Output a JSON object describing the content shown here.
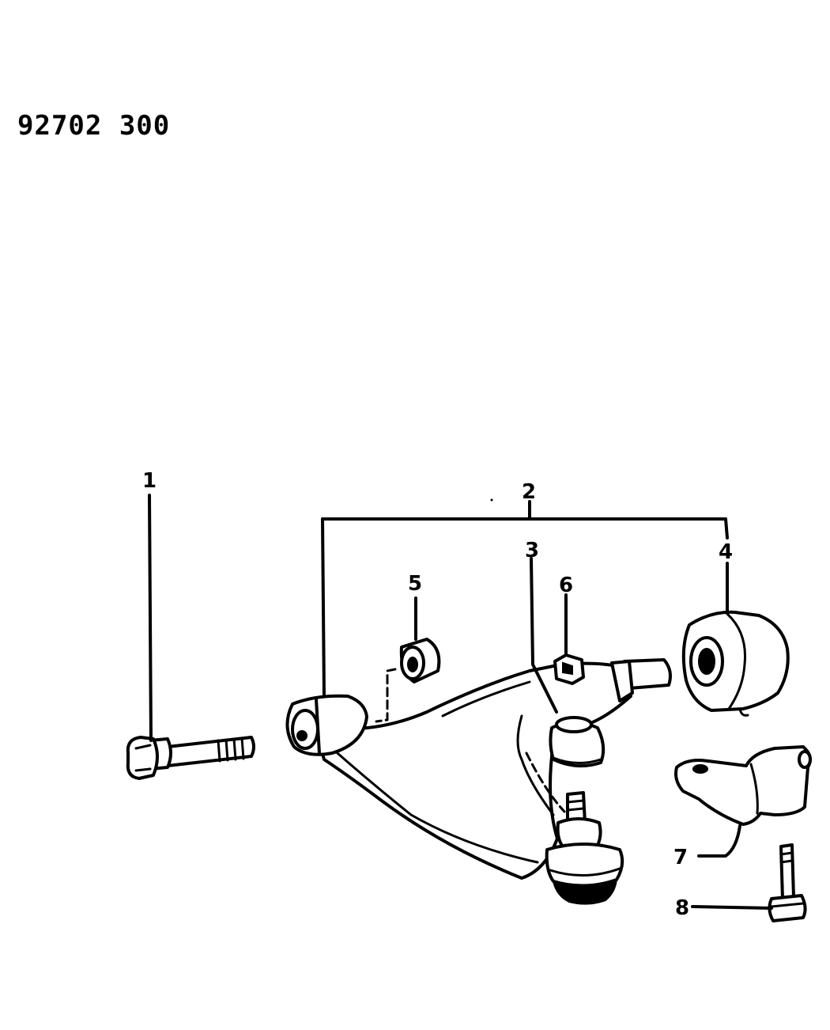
{
  "diagram": {
    "code": "92702 300",
    "callouts": {
      "c1": "1",
      "c2": "2",
      "c3": "3",
      "c4": "4",
      "c5": "5",
      "c6": "6",
      "c7": "7",
      "c8": "8"
    }
  }
}
